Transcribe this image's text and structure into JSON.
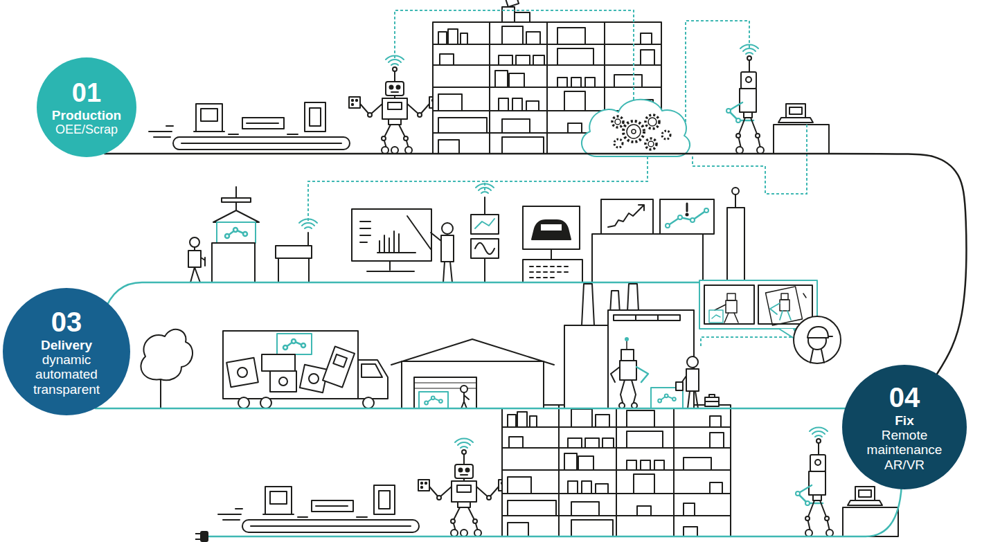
{
  "diagram": {
    "nodes": [
      {
        "text": [
          "01",
          "Production",
          "OEE/Scrap"
        ]
      },
      {
        "text": [
          "03",
          "Delivery",
          "dynamic automated transparent"
        ]
      },
      {
        "text": [
          "04",
          "Fix",
          "Remote maintenance AR/VR"
        ]
      }
    ],
    "edges": [
      {
        "from": 0,
        "to": 2,
        "arrow": "none"
      },
      {
        "from": 1,
        "to": 2,
        "arrow": "none"
      }
    ]
  }
}
